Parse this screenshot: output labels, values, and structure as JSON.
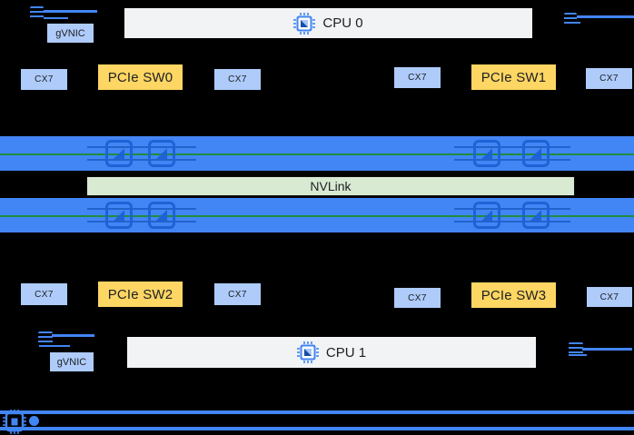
{
  "nodes": {
    "cpu0": "CPU 0",
    "cpu1": "CPU 1",
    "nvlink": "NVLink",
    "gvnic_top": "gVNIC",
    "gvnic_bottom": "gVNIC",
    "top_row": [
      {
        "label": "CX7"
      },
      {
        "label": "PCIe SW0"
      },
      {
        "label": "CX7"
      },
      {
        "label": "CX7"
      },
      {
        "label": "PCIe SW1"
      },
      {
        "label": "CX7"
      }
    ],
    "bottom_row": [
      {
        "label": "CX7"
      },
      {
        "label": "PCIe SW2"
      },
      {
        "label": "CX7"
      },
      {
        "label": "CX7"
      },
      {
        "label": "PCIe SW3"
      },
      {
        "label": "CX7"
      }
    ],
    "gpu_bar_top_gpu_count": 4,
    "gpu_bar_bottom_gpu_count": 4
  },
  "icons": {
    "cpu_chip": "cpu-chip-icon",
    "gpu_chip": "gpu-chip-icon",
    "nic": "nic-icon",
    "bottom_chip": "chip-icon"
  },
  "colors": {
    "background": "#000000",
    "gpu_bar": "#4285F4",
    "gpu_icon_outline": "#1E62D6",
    "nvlink_fill": "#D9EAD3",
    "nvlink_rail": "#1E8E3E",
    "cx7_fill": "#AECBFA",
    "pcie_fill": "#FDD663",
    "cpu_fill": "#F1F3F4",
    "text": "#202124"
  }
}
